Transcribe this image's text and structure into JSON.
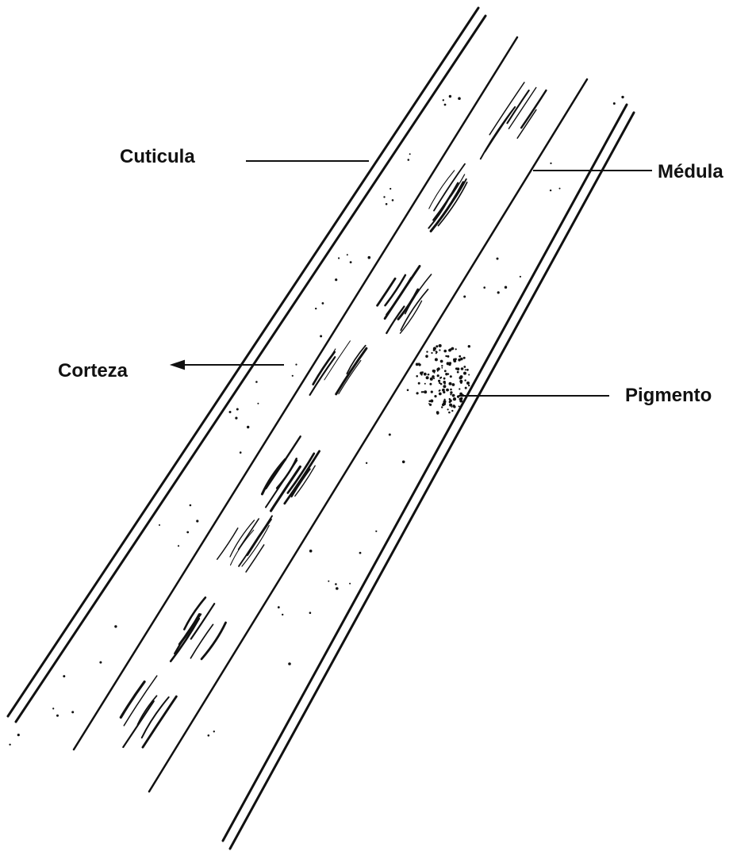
{
  "labels": {
    "cuticula": "Cuticula",
    "medula": "Médula",
    "corteza": "Corteza",
    "pigmento": "Pigmento"
  },
  "colors": {
    "ink": "#111111",
    "background": "#ffffff"
  }
}
